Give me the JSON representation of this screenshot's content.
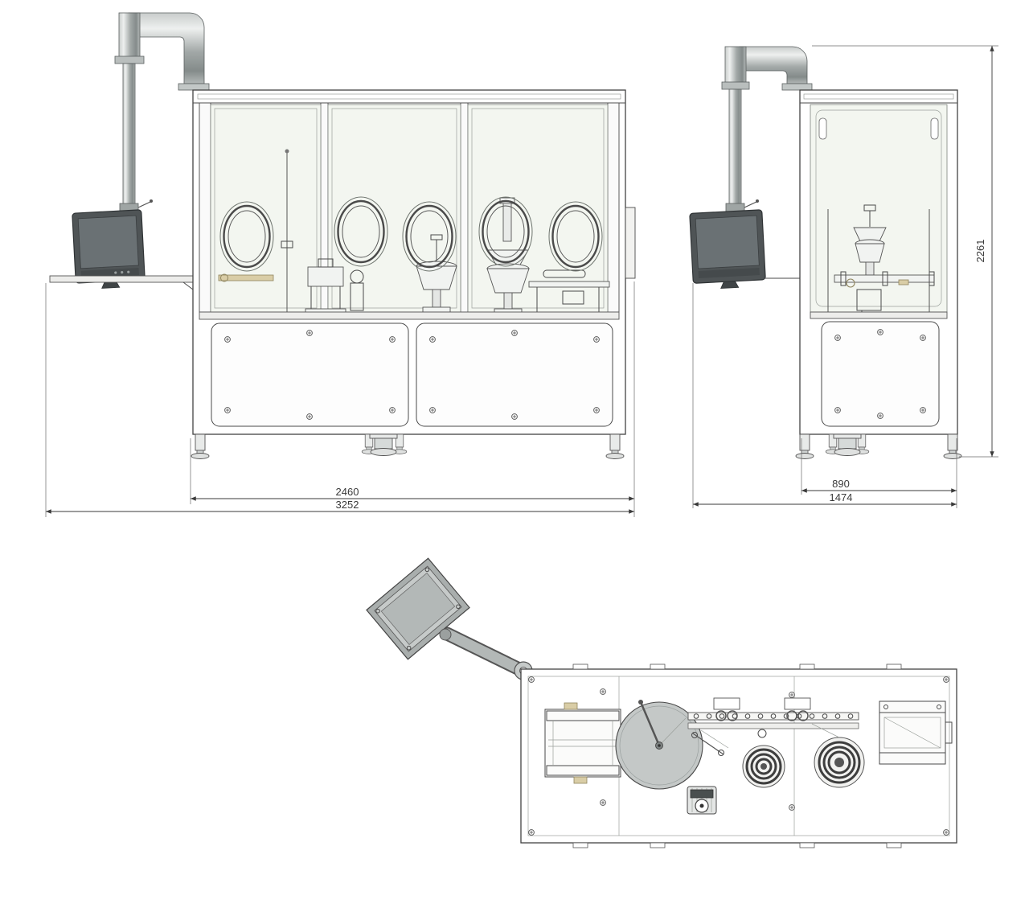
{
  "drawing": {
    "dimensions": {
      "front_machine_width": "2460",
      "front_overall_width": "3252",
      "side_machine_depth": "890",
      "side_overall_depth": "1474",
      "side_overall_height": "2261"
    },
    "colors": {
      "line": "#4a4a4a",
      "glass_panel": "#f3f6f0",
      "metal_light": "#eef0ef",
      "metal_dark": "#848b8a",
      "monitor_body": "#4f5456",
      "monitor_screen": "#6a7174",
      "accent_beige": "#d9cda6",
      "turntable_fill": "#c4c8c7",
      "background": "#ffffff"
    }
  }
}
